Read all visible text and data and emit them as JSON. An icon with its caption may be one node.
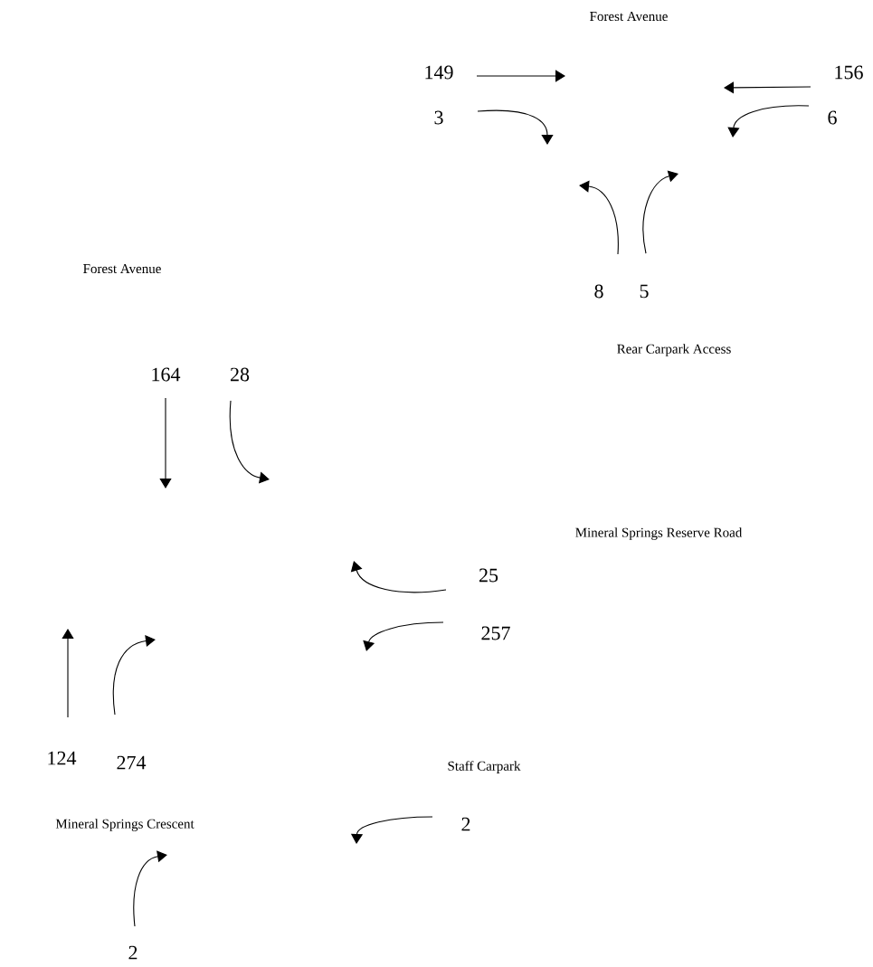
{
  "diagram": {
    "labels": [
      "Forest Avenue",
      "149",
      "156",
      "3",
      "6",
      "8",
      "5",
      "Rear Carpark Access",
      "Forest Avenue",
      "164",
      "28",
      "Mineral Springs Reserve Road",
      "25",
      "257",
      "124",
      "274",
      "Staff Carpark",
      "Mineral Springs Crescent",
      "2",
      "2"
    ]
  }
}
